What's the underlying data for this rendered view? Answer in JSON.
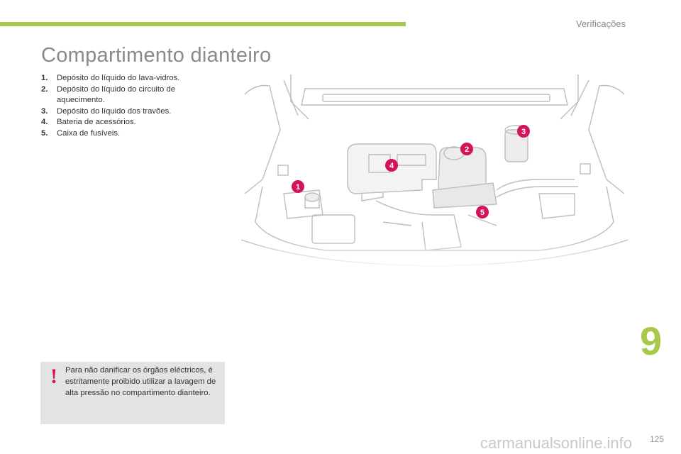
{
  "header": {
    "section_title": "Verificações"
  },
  "page_title": "Compartimento dianteiro",
  "items": [
    {
      "num": "1.",
      "text": "Depósito do líquido do lava-vidros."
    },
    {
      "num": "2.",
      "text": "Depósito do líquido do circuito de aquecimento."
    },
    {
      "num": "3.",
      "text": "Depósito do líquido dos travões."
    },
    {
      "num": "4.",
      "text": "Bateria de acessórios."
    },
    {
      "num": "5.",
      "text": "Caixa de fusíveis."
    }
  ],
  "diagram": {
    "callouts": [
      "1",
      "2",
      "3",
      "4",
      "5"
    ]
  },
  "warning": {
    "icon": "!",
    "text": "Para não danificar os órgãos eléctricos, é estritamente proibido utilizar a lavagem de alta pressão no compartimento dianteiro."
  },
  "chapter_number": "9",
  "page_number": "125",
  "watermark": "carmanualsonline.info",
  "colors": {
    "accent": "#a6c94a",
    "callout": "#d4145a",
    "warning_bg": "#e3e3e3"
  }
}
